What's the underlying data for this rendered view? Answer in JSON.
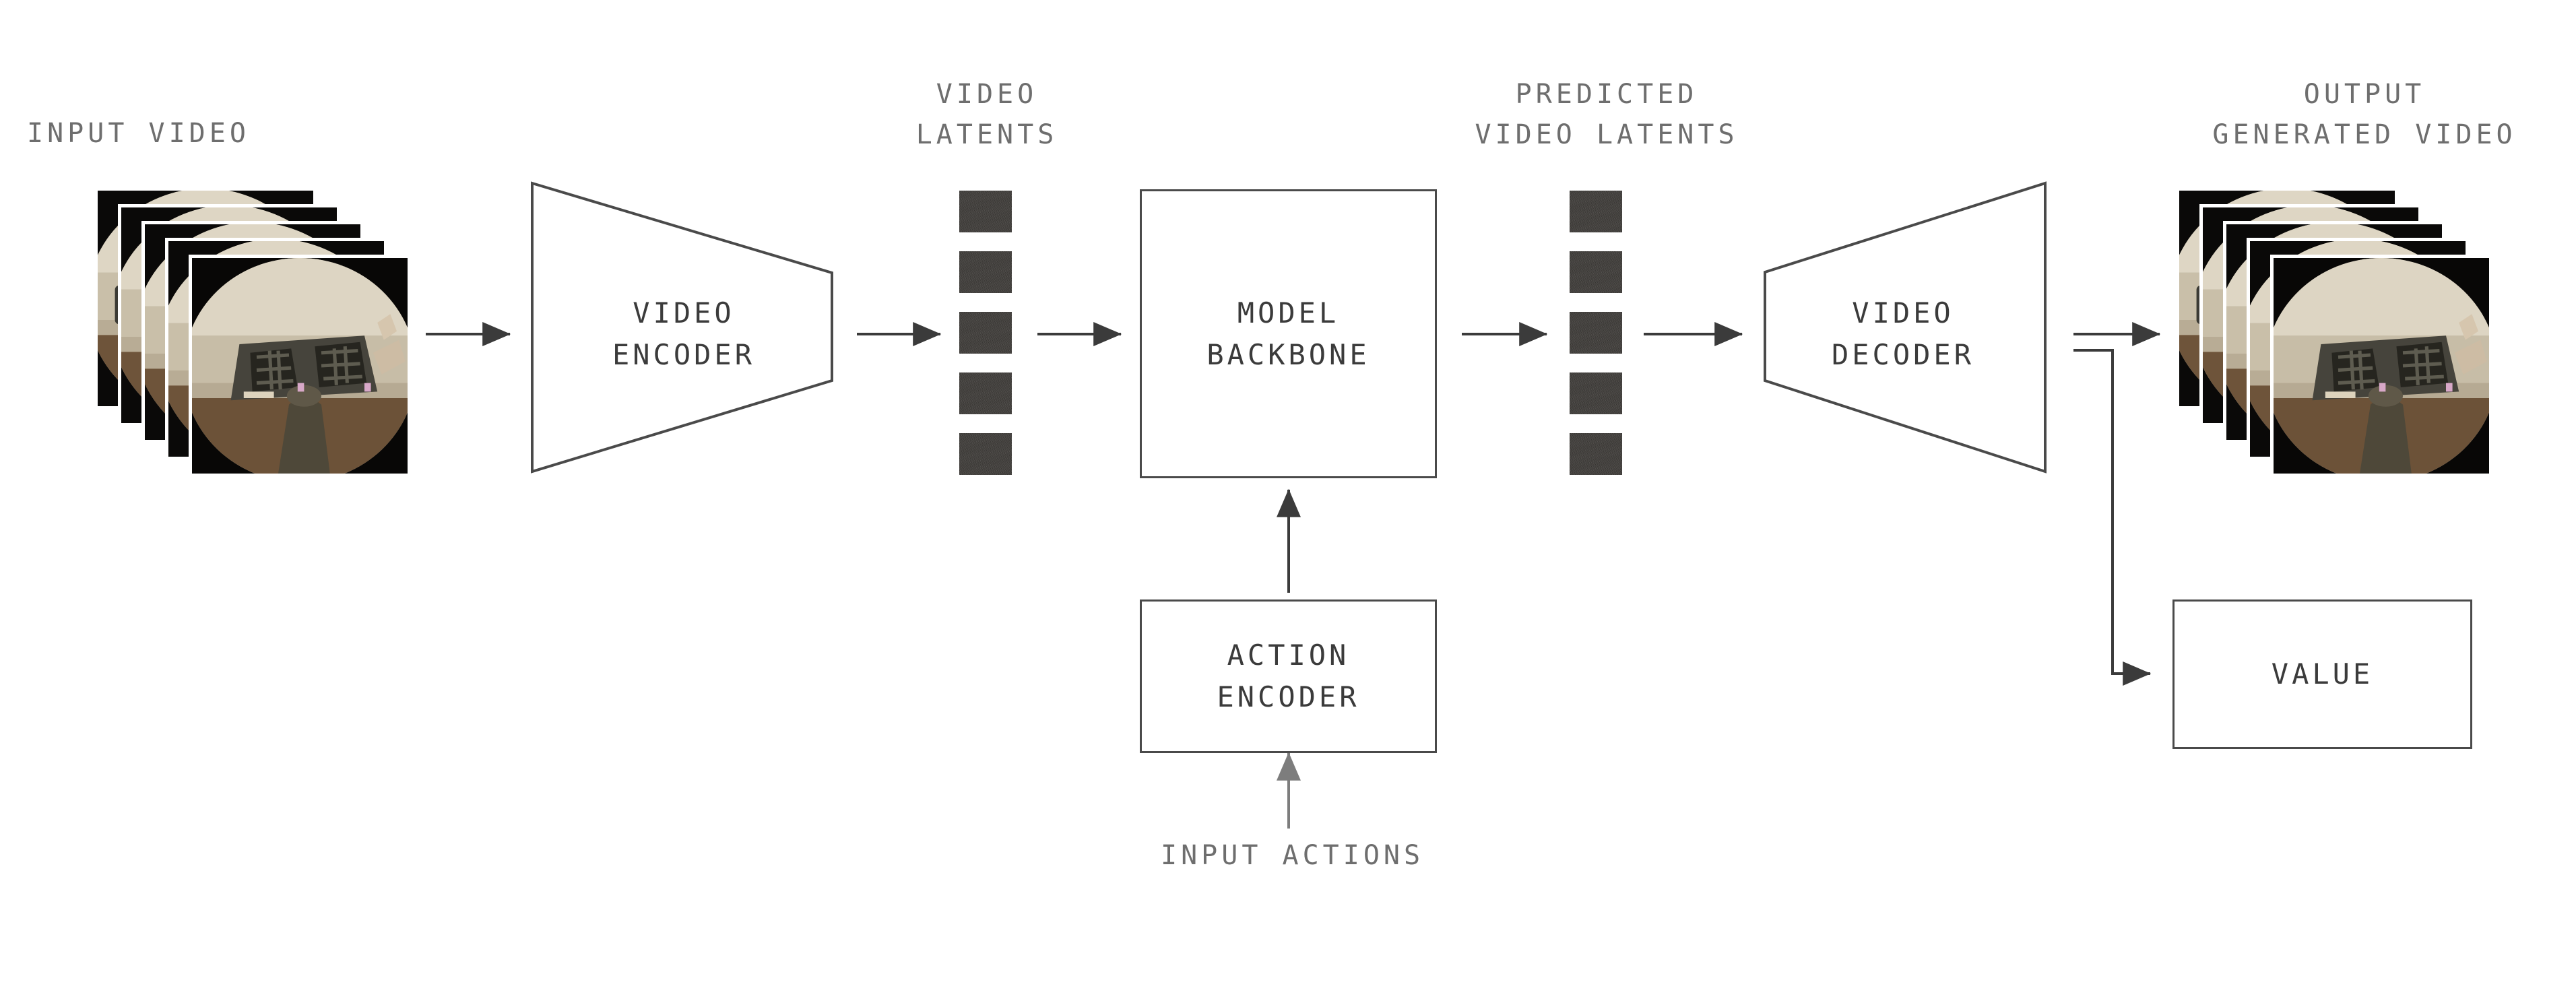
{
  "diagram": {
    "title": "Video world model architecture",
    "background_color": "#ffffff",
    "label_color": "#6e6e6e",
    "stroke_color": "#4a4a4a",
    "latent_color": "#3e3b38"
  },
  "labels": {
    "input_video": "INPUT VIDEO",
    "video_latents": "VIDEO\nLATENTS",
    "predicted_video_latents": "PREDICTED\nVIDEO LATENTS",
    "output_generated_video": "OUTPUT\nGENERATED VIDEO",
    "input_actions": "INPUT ACTIONS"
  },
  "nodes": {
    "video_encoder": "VIDEO\nENCODER",
    "model_backbone": "MODEL\nBACKBONE",
    "action_encoder": "ACTION\nENCODER",
    "video_decoder": "VIDEO\nDECODER",
    "value": "VALUE"
  },
  "latents": {
    "video_latents_count": 5,
    "predicted_video_latents_count": 5
  },
  "film": {
    "input_frame_count": 5,
    "output_frame_count": 5,
    "scene_description": "egocentric fisheye view of hands over a gas stove in a kitchen"
  },
  "edges": [
    {
      "from": "input-video",
      "to": "video-encoder"
    },
    {
      "from": "video-encoder",
      "to": "video-latents"
    },
    {
      "from": "video-latents",
      "to": "model-backbone"
    },
    {
      "from": "input-actions",
      "to": "action-encoder"
    },
    {
      "from": "action-encoder",
      "to": "model-backbone"
    },
    {
      "from": "model-backbone",
      "to": "predicted-video-latents"
    },
    {
      "from": "predicted-video-latents",
      "to": "video-decoder"
    },
    {
      "from": "video-decoder",
      "to": "output-generated-video"
    },
    {
      "from": "video-decoder",
      "to": "value"
    }
  ]
}
